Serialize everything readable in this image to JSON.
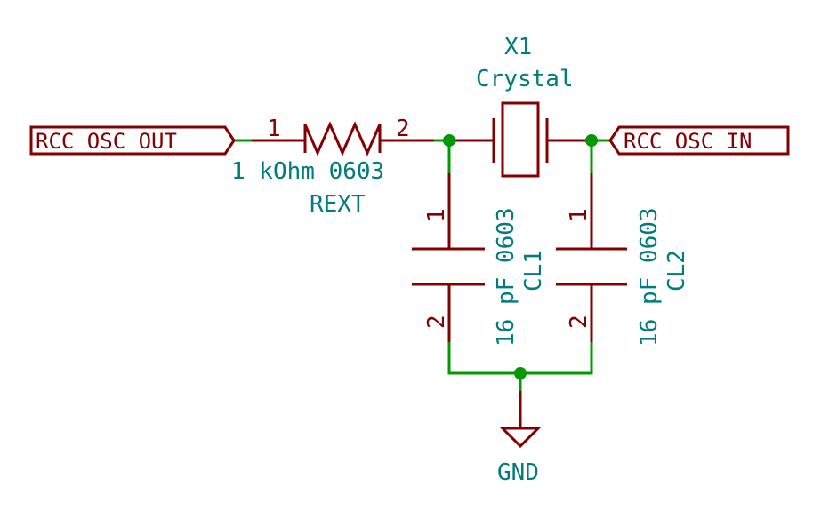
{
  "net_labels": {
    "osc_out": "RCC_OSC_OUT",
    "osc_in": "RCC_OSC_IN"
  },
  "crystal": {
    "reference": "X1",
    "value": "Crystal"
  },
  "resistor": {
    "reference": "REXT",
    "value": "1 kOhm 0603",
    "pin_1": "1",
    "pin_2": "2"
  },
  "capacitor_1": {
    "reference": "CL1",
    "value": "16 pF 0603",
    "pin_1": "1",
    "pin_2": "2"
  },
  "capacitor_2": {
    "reference": "CL2",
    "value": "16 pF 0603",
    "pin_1": "1",
    "pin_2": "2"
  },
  "ground": {
    "label": "GND"
  },
  "colors": {
    "wire": "#009900",
    "component": "#840000",
    "text": "#007c7c",
    "junction": "#009900"
  }
}
